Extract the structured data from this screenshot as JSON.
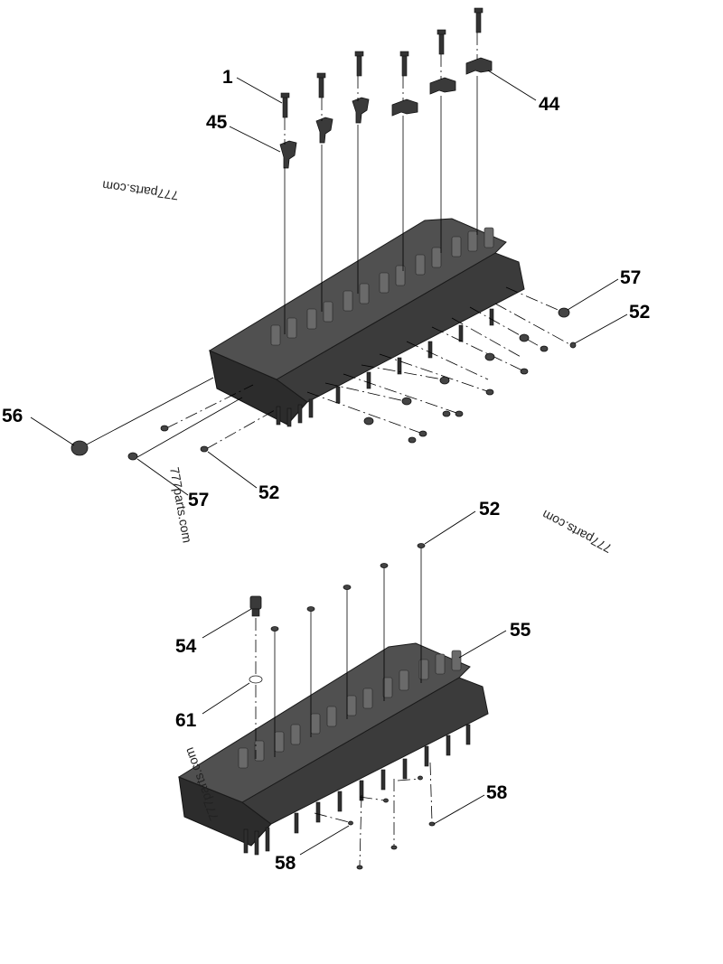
{
  "diagram": {
    "callouts": [
      {
        "id": "c1",
        "label": "1"
      },
      {
        "id": "c45",
        "label": "45"
      },
      {
        "id": "c44",
        "label": "44"
      },
      {
        "id": "c57a",
        "label": "57"
      },
      {
        "id": "c52a",
        "label": "52"
      },
      {
        "id": "c56",
        "label": "56"
      },
      {
        "id": "c57b",
        "label": "57"
      },
      {
        "id": "c52b",
        "label": "52"
      },
      {
        "id": "c52c",
        "label": "52"
      },
      {
        "id": "c54",
        "label": "54"
      },
      {
        "id": "c55",
        "label": "55"
      },
      {
        "id": "c61",
        "label": "61"
      },
      {
        "id": "c58a",
        "label": "58"
      },
      {
        "id": "c58b",
        "label": "58"
      }
    ],
    "watermarks": [
      {
        "id": "w1",
        "text": "777parts.com"
      },
      {
        "id": "w2",
        "text": "777parts.com"
      },
      {
        "id": "w3",
        "text": "777parts.com"
      },
      {
        "id": "w4",
        "text": "777parts.com"
      }
    ]
  }
}
